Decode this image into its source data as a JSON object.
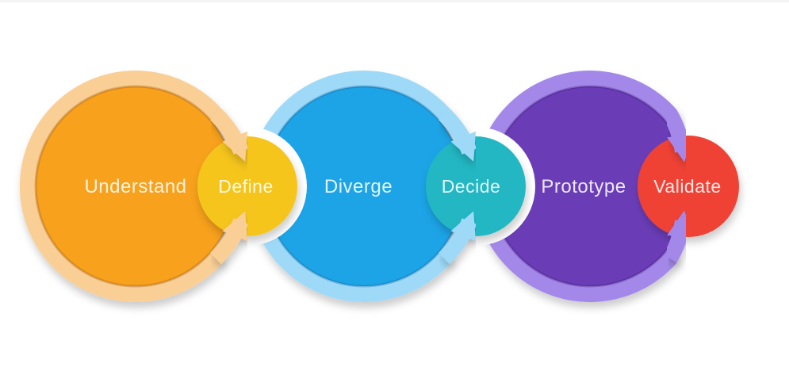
{
  "background": {
    "color": "#ffffff",
    "top_strip_color": "#f4f4f4"
  },
  "diagram": {
    "name": "design-sprint-process",
    "label_color": "rgba(255,255,255,0.87)",
    "stages": [
      {
        "label": "Understand",
        "kind": "large",
        "fill": "#F7A11C",
        "ring": "#F9CF96",
        "rim": "rgba(140,70,0,0.28)"
      },
      {
        "label": "Define",
        "kind": "small",
        "fill": "#F5C51D"
      },
      {
        "label": "Diverge",
        "kind": "large",
        "fill": "#1FA4E6",
        "ring": "#9EDAF8",
        "rim": "rgba(0,70,130,0.25)"
      },
      {
        "label": "Decide",
        "kind": "small",
        "fill": "#20B7C3"
      },
      {
        "label": "Prototype",
        "kind": "large",
        "fill": "#6A3EB7",
        "ring": "#A388E9",
        "rim": "rgba(40,0,90,0.25)"
      },
      {
        "label": "Validate",
        "kind": "small",
        "fill": "#EF4336"
      }
    ]
  }
}
